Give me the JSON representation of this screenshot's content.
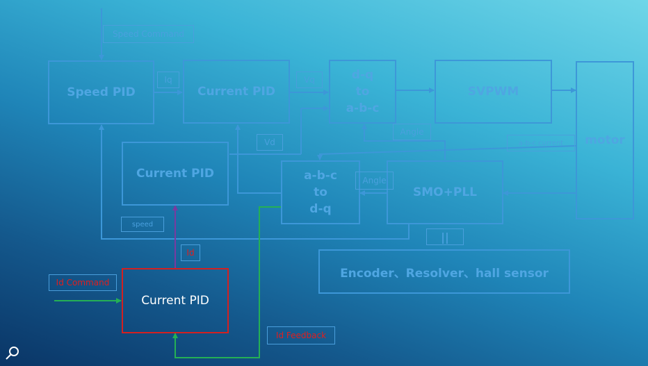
{
  "diagram": {
    "blocks": {
      "speed_pid": "Speed PID",
      "current_pid_q": "Current PID",
      "dq_to_abc": [
        "d-q",
        "to",
        "a-b-c"
      ],
      "svpwm": "SVPWM",
      "motor": "motor",
      "current_pid_d_faded": "Current PID",
      "abc_to_dq": [
        "a-b-c",
        "to",
        "d-q"
      ],
      "smo_pll": "SMO+PLL",
      "sensor": "Encoder、Resolver、hall sensor",
      "current_pid_d": "Current PID"
    },
    "labels": {
      "speed_command": "Speed Command",
      "iq": "Iq",
      "vq": "Vq",
      "vd": "Vd",
      "angle_top": "Angle",
      "angle_mid": "Angle",
      "abc_current": "a-b-c current",
      "speed_fb": "speed",
      "parallel": "||",
      "id": "Id",
      "id_command": "Id Command",
      "id_feedback": "Id Feedback"
    },
    "colors": {
      "line": "#3d97d8",
      "highlight_box": "#d42020",
      "id_arrow": "#7a3aa0",
      "green_arrow": "#25b055",
      "red_text": "#e01e1e"
    }
  }
}
